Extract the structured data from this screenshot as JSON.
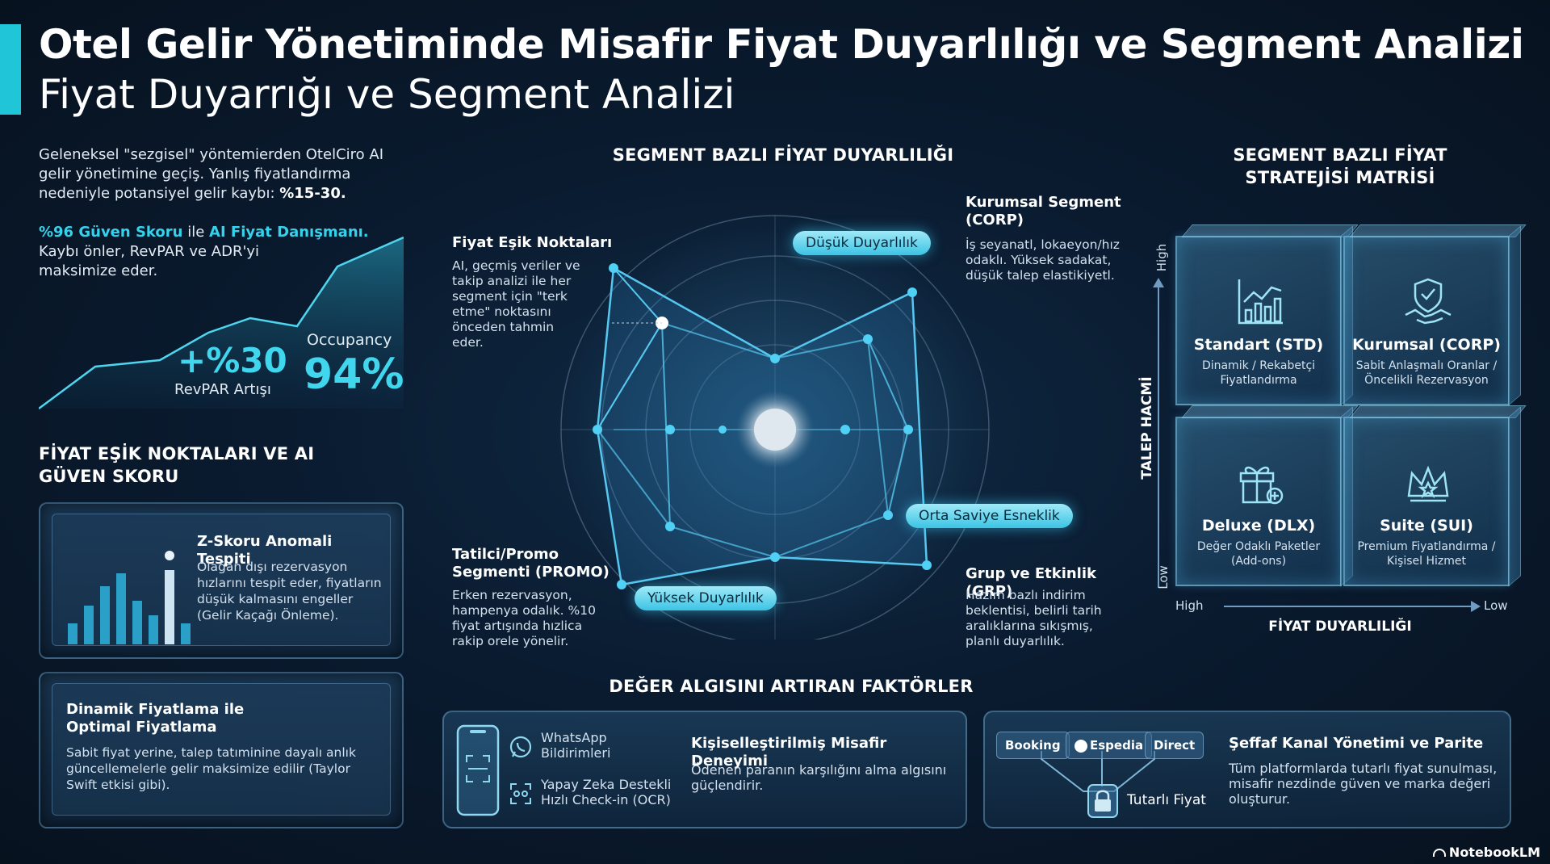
{
  "header": {
    "title": "Otel Gelir Yönetiminde Misafir Fiyat Duyarlılığı ve Segment Analizi",
    "subtitle": "Fiyat Duyarrığı ve Segment Analizi"
  },
  "intro": {
    "line1": "Geleneksel \"sezgisel\" yöntemierden OtelCiro AI gelir yönetimine geçiş. Yanlış fiyatlandırma nedeniyle potansiyel gelir kaybı: ",
    "loss": "%15-30.",
    "score": "%96 Güven Skoru",
    "and": " ile ",
    "advisor": "AI Fiyat Danışmanı.",
    "line2": "Kaybı önler, RevPAR ve ADR'yi maksimize eder."
  },
  "kpi": {
    "revpar_value": "+%30",
    "revpar_label": "RevPAR Artışı",
    "occupancy_label": "Occupancy",
    "occupancy_value": "94%"
  },
  "left_section": {
    "heading": "FİYAT EŞİK NOKTALARI VE AI GÜVEN SKORU",
    "card1_title": "Z-Skoru Anomali Tespiti",
    "card1_text": "Olağan dışı rezervasyon hızlarını tespit eder, fiyatların düşük kalmasını engeller (Gelir Kaçağı Önleme).",
    "card2_title": "Dinamik Fiyatlama ile Optimal Fiyatlama",
    "card2_text": "Sabit fiyat yerine, talep tatıminine dayalı anlık güncellemelerle gelir maksimize edilir (Taylor Swift etkisi gibi)."
  },
  "radar": {
    "heading": "SEGMENT BAZLI FİYAT DUYARLILIĞI",
    "esik_title": "Fiyat Eşik Noktaları",
    "esik_text": "AI, geçmiş veriler ve takip analizi ile her segment için \"terk etme\" noktasını önceden tahmin eder.",
    "corp_title": "Kurumsal Segment (CORP)",
    "corp_text": "İş seyanatl, lokaeyon/hız odaklı. Yüksek sadakat, düşük talep elastikiyetl.",
    "promo_title": "Tatilci/Promo Segmenti (PROMO)",
    "promo_text": "Erken rezervasyon, hampenya odalık. %10 fiyat artışında hızlica rakip orele yönelir.",
    "grp_title": "Grup ve Etkinlik (GRP)",
    "grp_text": "Hazim bazlı indirim beklentisi, belirli tarih aralıklarına sıkışmış, planlı duyarlılık.",
    "pill_low": "Düşük Duyarlılık",
    "pill_mid": "Orta Saviye Esneklik",
    "pill_high": "Yüksek Duyarlılık"
  },
  "matrix": {
    "heading": "SEGMENT BAZLI FİYAT STRATEJİSİ MATRİSİ",
    "y_title": "TALEP HACMİ",
    "y_high": "High",
    "y_low": "Low",
    "x_title": "FİYAT DUYARLILIĞI",
    "x_high": "High",
    "x_low": "Low",
    "cells": [
      {
        "name": "Standart (STD)",
        "desc": "Dinamik / Rekabetçi Fiyatlandırma"
      },
      {
        "name": "Kurumsal (CORP)",
        "desc": "Sabit Anlaşmalı Oranlar / Öncelikli Rezervasyon"
      },
      {
        "name": "Deluxe (DLX)",
        "desc": "Değer Odaklı Paketler (Add-ons)"
      },
      {
        "name": "Suite (SUI)",
        "desc": "Premium Fiyatlandırma / Kişisel Hizmet"
      }
    ]
  },
  "bottom": {
    "heading": "DEĞER ALGISINI ARTIRAN FAKTÖRLER",
    "whatsapp": "WhatsApp Bildirimleri",
    "ocr": "Yapay Zeka Destekli Hızlı Check-in (OCR)",
    "exp_title": "Kişiselleştirilmiş Misafir Deneyimi",
    "exp_text": "Ödenen paranın karşılığını alma algısını güçlendirir.",
    "chip_booking": "Booking",
    "chip_expedia": "Espedia",
    "chip_direct": "Direct",
    "lock_label": "Tutarlı Fiyat",
    "channel_title": "Şeffaf Kanal Yönetimi ve Parite",
    "channel_text": "Tüm platformlarda tutarlı fiyat sunulması, misafir nezdinde güven ve marka değeri oluşturur."
  },
  "footer": {
    "brand": "NotebookLM"
  },
  "colors": {
    "accent": "#20c6d8",
    "highlight": "#35d2ec",
    "background": "#0a1b30"
  }
}
